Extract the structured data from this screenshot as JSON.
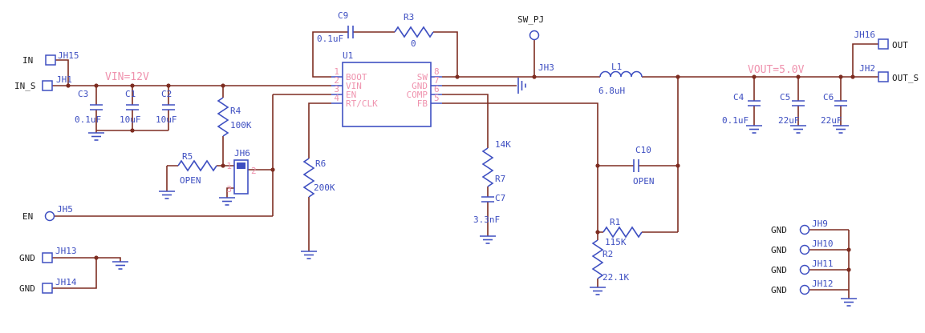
{
  "colors": {
    "wire": "#7d2c20",
    "symbol": "#3e4fc1",
    "pink": "#ef93ae",
    "dark": "#1c1c1c",
    "bg": "#ffffff"
  },
  "nets": {
    "vin": "VIN=12V",
    "vout": "VOUT=5.0V",
    "sw_pj": "SW_PJ"
  },
  "ports": {
    "in": "IN",
    "in_s": "IN_S",
    "en": "EN",
    "gnd_l1": "GND",
    "gnd_l2": "GND",
    "out": "OUT",
    "out_s": "OUT_S",
    "gnd_r1": "GND",
    "gnd_r2": "GND",
    "gnd_r3": "GND",
    "gnd_r4": "GND"
  },
  "headers": {
    "jh15": "JH15",
    "jh1": "JH1",
    "jh5": "JH5",
    "jh6": "JH6",
    "jh13": "JH13",
    "jh14": "JH14",
    "jh3": "JH3",
    "jh16": "JH16",
    "jh2": "JH2",
    "jh9": "JH9",
    "jh10": "JH10",
    "jh11": "JH11",
    "jh12": "JH12"
  },
  "jh6_pins": {
    "p1": "1",
    "p2": "2",
    "p3": "3"
  },
  "u1": {
    "ref": "U1",
    "pins_left": [
      {
        "num": "1",
        "name": "BOOT"
      },
      {
        "num": "2",
        "name": "VIN"
      },
      {
        "num": "3",
        "name": "EN"
      },
      {
        "num": "4",
        "name": "RT/CLK"
      }
    ],
    "pins_right": [
      {
        "num": "8",
        "name": "SW"
      },
      {
        "num": "7",
        "name": "GND"
      },
      {
        "num": "6",
        "name": "COMP"
      },
      {
        "num": "5",
        "name": "FB"
      }
    ]
  },
  "components": {
    "c9": {
      "ref": "C9",
      "value": "0.1uF"
    },
    "r3": {
      "ref": "R3",
      "value": "0"
    },
    "c3": {
      "ref": "C3",
      "value": "0.1uF"
    },
    "c1": {
      "ref": "C1",
      "value": "10uF"
    },
    "c2": {
      "ref": "C2",
      "value": "10uF"
    },
    "r4": {
      "ref": "R4",
      "value": "100K"
    },
    "r5": {
      "ref": "R5",
      "value": "OPEN"
    },
    "r6": {
      "ref": "R6",
      "value": "200K"
    },
    "r7": {
      "ref": "R7",
      "value": "14K"
    },
    "c7": {
      "ref": "C7",
      "value": "3.3nF"
    },
    "l1": {
      "ref": "L1",
      "value": "6.8uH"
    },
    "c10": {
      "ref": "C10",
      "value": "OPEN"
    },
    "r1": {
      "ref": "R1",
      "value": "115K"
    },
    "r2": {
      "ref": "R2",
      "value": "22.1K"
    },
    "c4": {
      "ref": "C4",
      "value": "0.1uF"
    },
    "c5": {
      "ref": "C5",
      "value": "22uF"
    },
    "c6": {
      "ref": "C6",
      "value": "22uF"
    }
  }
}
